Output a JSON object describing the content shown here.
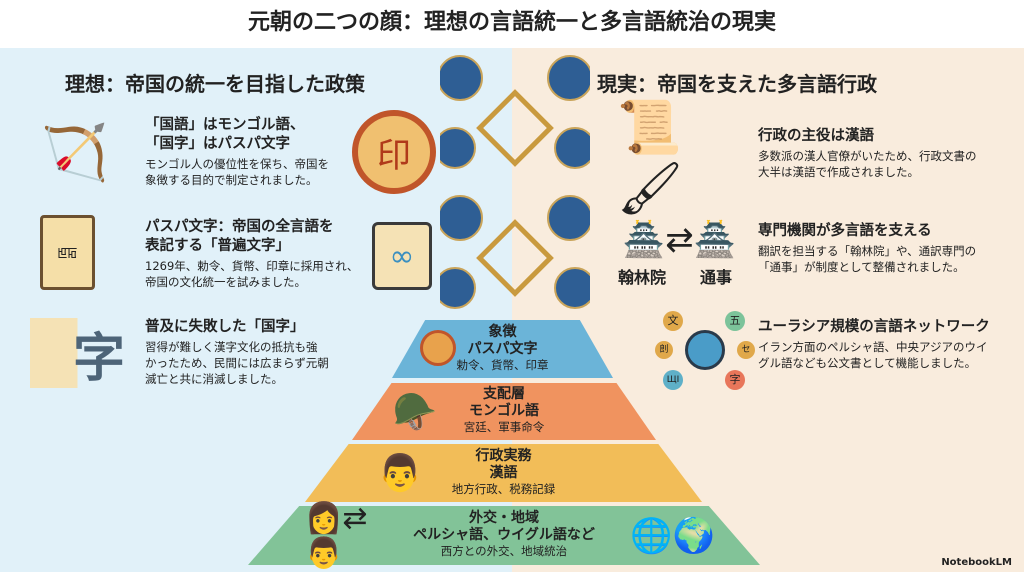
{
  "title": "元朝の二つの顔：理想の言語統一と多言語統治の現実",
  "left": {
    "heading": "理想：帝国の統一を目指した政策",
    "items": [
      {
        "title1": "「国語」はモンゴル語、",
        "title2": "「国字」はパスパ文字",
        "desc1": "モンゴル人の優位性を保ち、帝国を",
        "desc2": "象徴する目的で制定されました。"
      },
      {
        "title1": "パスパ文字：帝国の全言語を",
        "title2": "表記する「普遍文字」",
        "desc1": "1269年、勅令、貨幣、印章に採用され、",
        "desc2": "帝国の文化統一を試みました。"
      },
      {
        "title1": "普及に失敗した「国字」",
        "desc1": "習得が難しく漢字文化の抵抗も強",
        "desc2": "かったため、民間には広まらず元朝",
        "desc3": "滅亡と共に消滅しました。",
        "icon_char": "字"
      }
    ]
  },
  "right": {
    "heading": "現実：帝国を支えた多言語行政",
    "items": [
      {
        "title": "行政の主役は漢語",
        "desc1": "多数派の漢人官僚がいたため、行政文書の",
        "desc2": "大半は漢語で作成されました。"
      },
      {
        "title": "専門機関が多言語を支える",
        "desc1": "翻訳を担当する「翰林院」や、通訳専門の",
        "desc2": "「通事」が制度として整備されました。",
        "label_a": "翰林院",
        "label_b": "通事"
      },
      {
        "title": "ユーラシア規模の言語ネットワーク",
        "desc1": "イラン方面のペルシャ語、中央アジアのウイ",
        "desc2": "グル語なども公文書として機能しました。",
        "nodes": [
          "文",
          "五",
          "剆",
          "セ",
          "ЩI",
          "字"
        ]
      }
    ]
  },
  "pyramid": [
    {
      "a": "象徴",
      "b": "パスパ文字",
      "c": "勅令、貨幣、印章",
      "color": "#6bb4d8"
    },
    {
      "a": "支配層",
      "b": "モンゴル語",
      "c": "宮廷、軍事命令",
      "color": "#f0935f"
    },
    {
      "a": "行政実務",
      "b": "漢語",
      "c": "地方行政、税務記録",
      "color": "#f2bd58"
    },
    {
      "a": "外交・地域",
      "b": "ペルシャ語、ウイグル語など",
      "c": "西方との外交、地域統治",
      "color": "#82c398"
    }
  ],
  "brand": "NotebookLM"
}
